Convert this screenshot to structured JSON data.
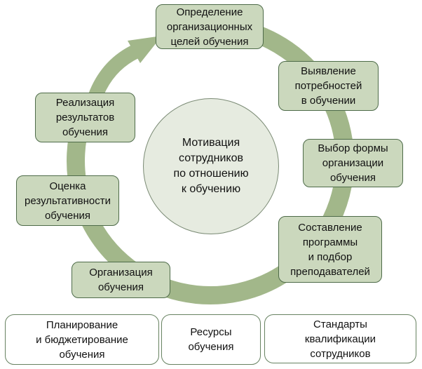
{
  "colors": {
    "ring-green": "#a2b78a",
    "box-fill": "#cbd8bd",
    "box-border": "#4e6b49",
    "circle-fill": "#e6ebe0",
    "circle-border": "#7a8a74",
    "bottom-box-fill": "#ffffff",
    "bottom-box-border": "#678261",
    "text": "#111111",
    "background": "#ffffff"
  },
  "center": {
    "label": "Мотивация\nсотрудников\nпо отношению\nк обучению"
  },
  "cycle": {
    "steps": [
      {
        "id": "define-goals",
        "label": "Определение\nорганизационных\nцелей обучения"
      },
      {
        "id": "identify-needs",
        "label": "Выявление\nпотребностей\nв обучении"
      },
      {
        "id": "choose-form",
        "label": "Выбор формы\nорганизации\nобучения"
      },
      {
        "id": "program-teachers",
        "label": "Составление\nпрограммы\nи подбор\nпреподавателей"
      },
      {
        "id": "organize-training",
        "label": "Организация\nобучения"
      },
      {
        "id": "evaluate-results",
        "label": "Оценка\nрезультативности\nобучения"
      },
      {
        "id": "implement-results",
        "label": "Реализация\nрезультатов\nобучения"
      }
    ]
  },
  "foundation": {
    "items": [
      {
        "id": "planning-budgeting",
        "label": "Планирование\nи бюджетирование\nобучения"
      },
      {
        "id": "resources",
        "label": "Ресурсы\nобучения"
      },
      {
        "id": "qualification-standards",
        "label": "Стандарты\nквалификации\nсотрудников"
      }
    ]
  }
}
